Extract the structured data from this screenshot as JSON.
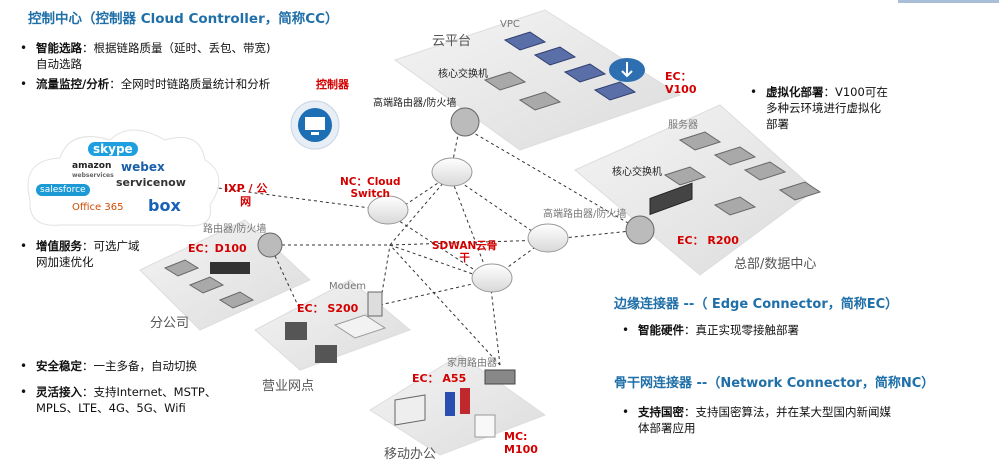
{
  "header": {
    "title": "控制中心（控制器 Cloud Controller，简称CC）"
  },
  "left_bullets": {
    "b1_title": "智能选路",
    "b1_text": "：根据链路质量（延时、丢包、带宽)",
    "b1_text2": "自动选路",
    "b2_title": "流量监控/分析",
    "b2_text": "：全网时时链路质量统计和分析",
    "b3_title": "增值服务",
    "b3_text": "：可选广域",
    "b3_text2": "网加速优化",
    "b4_title": "安全稳定",
    "b4_text": "：一主多备，自动切换",
    "b5_title": "灵活接入",
    "b5_text": "：支持Internet、MSTP、",
    "b5_text2": "MPLS、LTE、4G、5G、Wifi"
  },
  "controller": {
    "label": "控制器"
  },
  "saas_cloud": {
    "skype": "skype",
    "amazon": "amazon",
    "amazon_sub": "webservices",
    "webex": "webex",
    "salesforce": "salesforce",
    "servicenow": "servicenow",
    "office": "Office 365",
    "box": "box"
  },
  "diagram": {
    "ixp": "IXP / 公",
    "ixp2": "网",
    "nc_label": "NC：Cloud",
    "nc_label2": "Switch",
    "sdwan": "SDWAN云骨",
    "sdwan2": "干",
    "vpc": "VPC",
    "cloud_platform": "云平台",
    "core_switch_cloud": "核心交换机",
    "edge_router_cloud": "高端路由器/防火墙",
    "ec_v100": "EC：",
    "ec_v100_2": "V100",
    "server": "服务器",
    "core_switch_hq": "核心交换机",
    "edge_router_hq": "高端路由器/防火墙",
    "ec_r200": "EC：  R200",
    "hq_zone": "总部/数据中心",
    "router_branch": "路由器/防火墙",
    "ec_d100": "EC：D100",
    "branch_zone": "分公司",
    "modem": "Modem",
    "ec_s200": "EC：  S200",
    "outlet_zone": "营业网点",
    "home_router": "家用路由器",
    "ec_a55": "EC：  A55",
    "mobile_zone": "移动办公",
    "mc_m100": "MC:",
    "mc_m100_2": "M100"
  },
  "right": {
    "virt_title": "虚拟化部署",
    "virt_text": "：V100可在",
    "virt_text2": "多种云环境进行虚拟化",
    "virt_text3": "部署",
    "ec_section": "边缘连接器 --（ Edge Connector，简称EC）",
    "ec_b_title": "智能硬件",
    "ec_b_text": "：真正实现零接触部署",
    "nc_section": "骨干网连接器 --（Network Connector，简称NC）",
    "nc_b_title": "支持国密",
    "nc_b_text": "：支持国密算法，并在某大型国内新闻媒",
    "nc_b_text2": "体部署应用"
  }
}
